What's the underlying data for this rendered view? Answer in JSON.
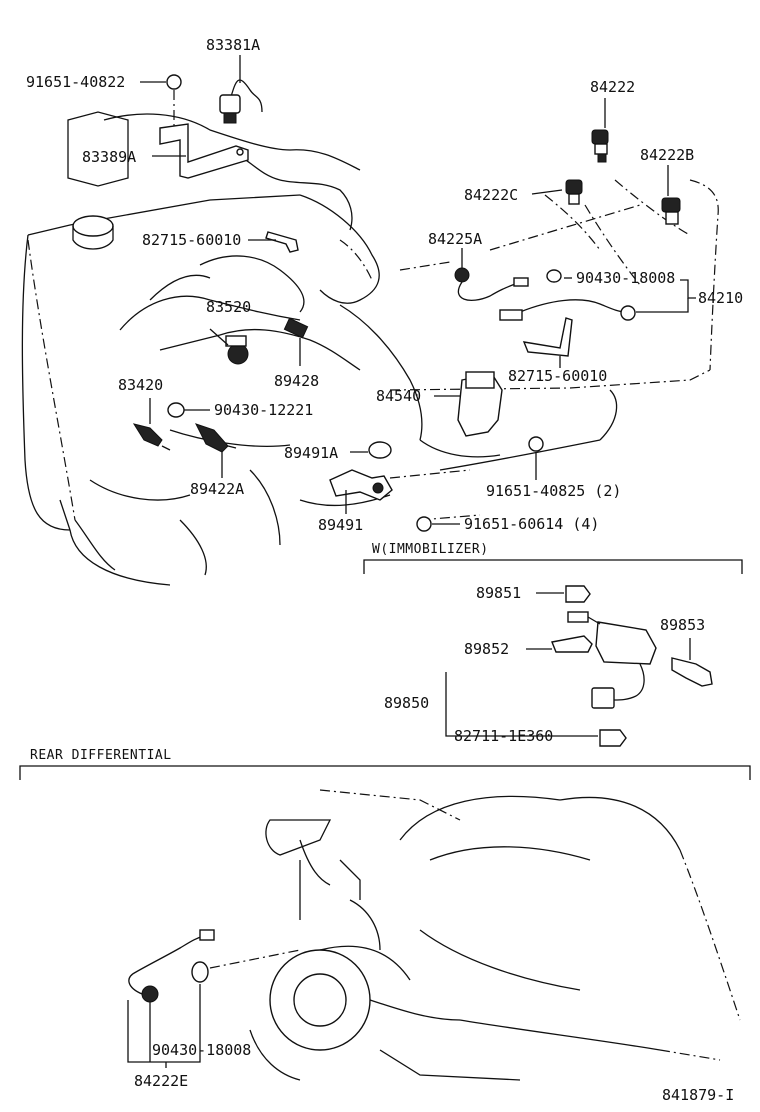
{
  "labels": {
    "p83381A": "83381A",
    "p91651_40822": "91651-40822",
    "p83389A": "83389A",
    "p82715_60010_a": "82715-60010",
    "p83520": "83520",
    "p89428": "89428",
    "p83420": "83420",
    "p90430_12221": "90430-12221",
    "p89422A": "89422A",
    "p89491A": "89491A",
    "p89491": "89491",
    "p84222": "84222",
    "p84222B": "84222B",
    "p84222C": "84222C",
    "p84225A": "84225A",
    "p90430_18008_a": "90430-18008",
    "p84210": "84210",
    "p82715_60010_b": "82715-60010",
    "p84540": "84540",
    "p91651_40825": "91651-40825 (2)",
    "p91651_60614": "91651-60614 (4)",
    "p89851": "89851",
    "p89853": "89853",
    "p89852": "89852",
    "p89850": "89850",
    "p82711_1E360": "82711-1E360",
    "p90430_18008_b": "90430-18008",
    "p84222E": "84222E",
    "drawing_no": "841879-I"
  },
  "sections": {
    "immobilizer": "W(IMMOBILIZER)",
    "rear_differential": "REAR DIFFERENTIAL"
  }
}
